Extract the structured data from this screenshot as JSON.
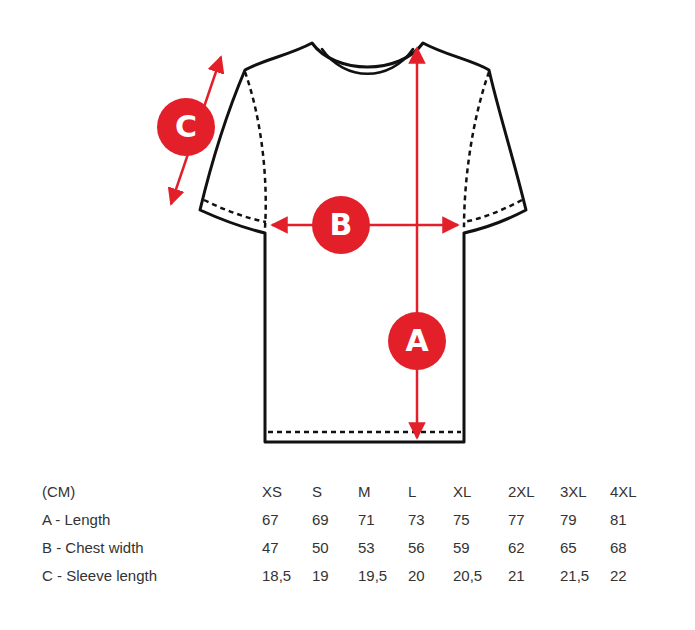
{
  "diagram": {
    "nodes": [
      {
        "text": [
          "C"
        ]
      },
      {
        "text": [
          "B"
        ]
      },
      {
        "text": [
          "A"
        ]
      }
    ],
    "labels": [
      "(CM)",
      "XS",
      "S",
      "M",
      "L",
      "XL",
      "2XL",
      "3XL",
      "4XL",
      "A - Length",
      "67",
      "69",
      "71",
      "73",
      "75",
      "77",
      "79",
      "81",
      "B - Chest width",
      "47",
      "50",
      "53",
      "56",
      "59",
      "62",
      "65",
      "68",
      "C - Sleeve length",
      "18,5",
      "19",
      "19,5",
      "20",
      "20,5",
      "21",
      "21,5",
      "22"
    ]
  }
}
